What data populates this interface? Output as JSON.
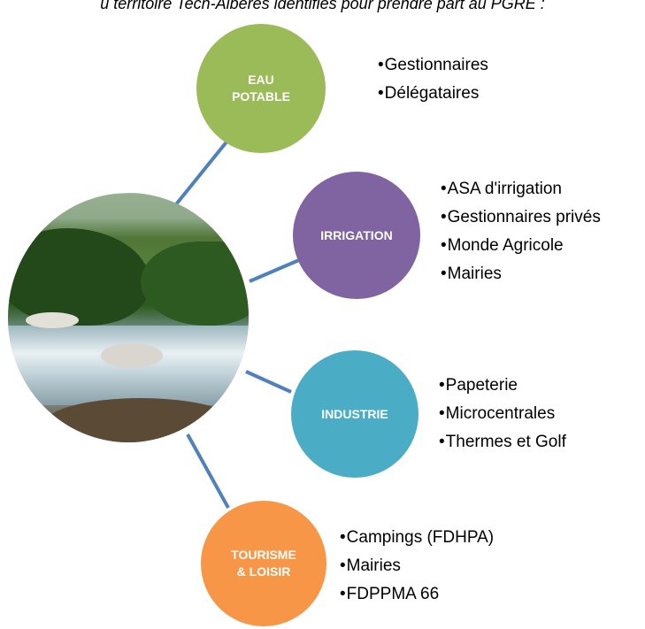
{
  "heading": "u territoire Tech-Albères identifiés pour prendre part au PGRE :",
  "colors": {
    "eau": "#9bbb59",
    "irrigation": "#8064a2",
    "industrie": "#4bacc6",
    "tourisme": "#f79646",
    "connector": "#4f81bd"
  },
  "center_image": "river-photo",
  "nodes": [
    {
      "label": "EAU\nPOTABLE",
      "items": [
        "Gestionnaires",
        "Délégataires"
      ]
    },
    {
      "label": "IRRIGATION",
      "items": [
        "ASA d'irrigation",
        "Gestionnaires privés",
        "Monde Agricole",
        "Mairies"
      ]
    },
    {
      "label": "INDUSTRIE",
      "items": [
        "Papeterie",
        "Microcentrales",
        "Thermes et Golf"
      ]
    },
    {
      "label": "TOURISME\n& LOISIR",
      "items": [
        "Campings (FDHPA)",
        "Mairies",
        "FDPPMA 66"
      ]
    }
  ]
}
